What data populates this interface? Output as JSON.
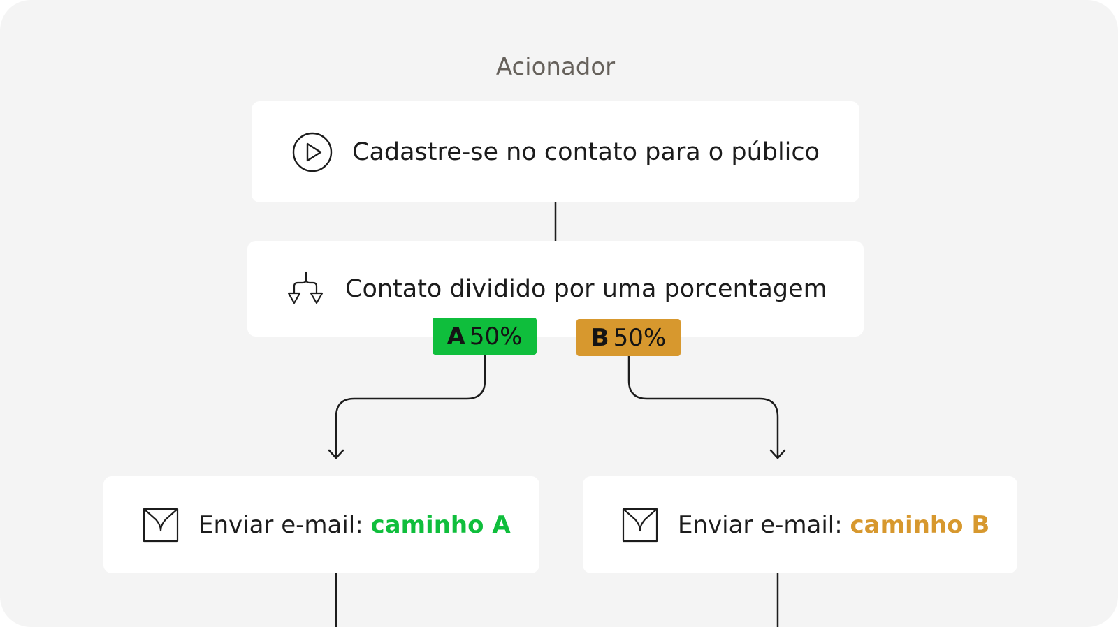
{
  "diagram": {
    "heading": "Acionador",
    "trigger": {
      "label": "Cadastre-se no contato para o público",
      "icon": "play-circle-icon"
    },
    "split": {
      "label": "Contato dividido por uma porcentagem",
      "icon": "split-arrows-icon"
    },
    "branches": [
      {
        "letter": "A",
        "percent": "50%",
        "color": "#0fbe3c"
      },
      {
        "letter": "B",
        "percent": "50%",
        "color": "#d7982e"
      }
    ],
    "emails": [
      {
        "prefix": "Enviar e-mail:",
        "path": "caminho A",
        "icon": "envelope-icon",
        "color": "#0fbe3c"
      },
      {
        "prefix": "Enviar e-mail:",
        "path": "caminho B",
        "icon": "envelope-icon",
        "color": "#d7982e"
      }
    ]
  }
}
